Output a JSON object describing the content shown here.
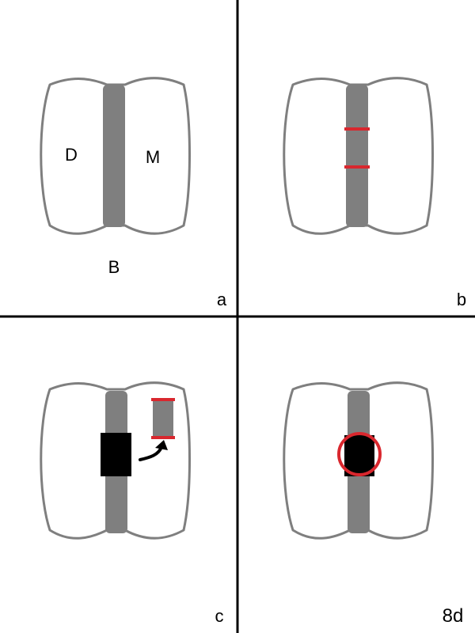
{
  "panels": {
    "a": {
      "label": "a",
      "letters": {
        "d": "D",
        "m": "M",
        "b": "B"
      }
    },
    "b": {
      "label": "b"
    },
    "c": {
      "label": "c"
    },
    "d": {
      "label": "8d"
    }
  },
  "colors": {
    "outline": "#7f7f7f",
    "bar": "#7f7f7f",
    "marker": "#d9272e",
    "block": "#000000",
    "divider": "#000000",
    "background": "#ffffff"
  }
}
